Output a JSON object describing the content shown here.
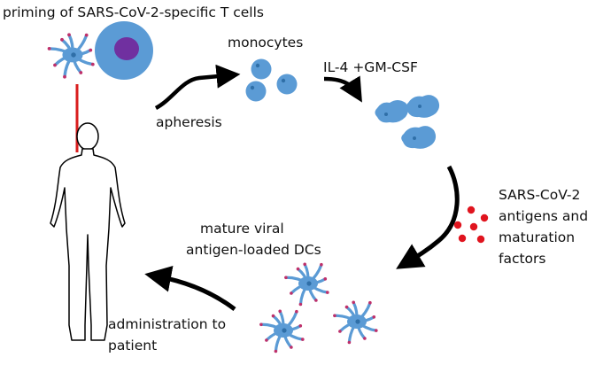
{
  "labels": {
    "priming": "priming of SARS-CoV-2-specific T cells",
    "monocytes": "monocytes",
    "apheresis": "apheresis",
    "cytokines": "IL-4 +GM-CSF",
    "antigens": [
      "SARS-CoV-2",
      "antigens and",
      "maturation",
      "factors"
    ],
    "mature_dcs": [
      "mature viral",
      "antigen-loaded DCs"
    ],
    "administration": [
      "administration to",
      "patient"
    ]
  },
  "colors": {
    "cell_blue": "#5b9bd5",
    "cell_dark": "#2f6fa8",
    "nucleus_purple": "#7030a0",
    "antigen_red": "#e0141e",
    "link_red": "#d91e1e",
    "dendrite_tip": "#c0306a",
    "arrow": "#000000"
  }
}
